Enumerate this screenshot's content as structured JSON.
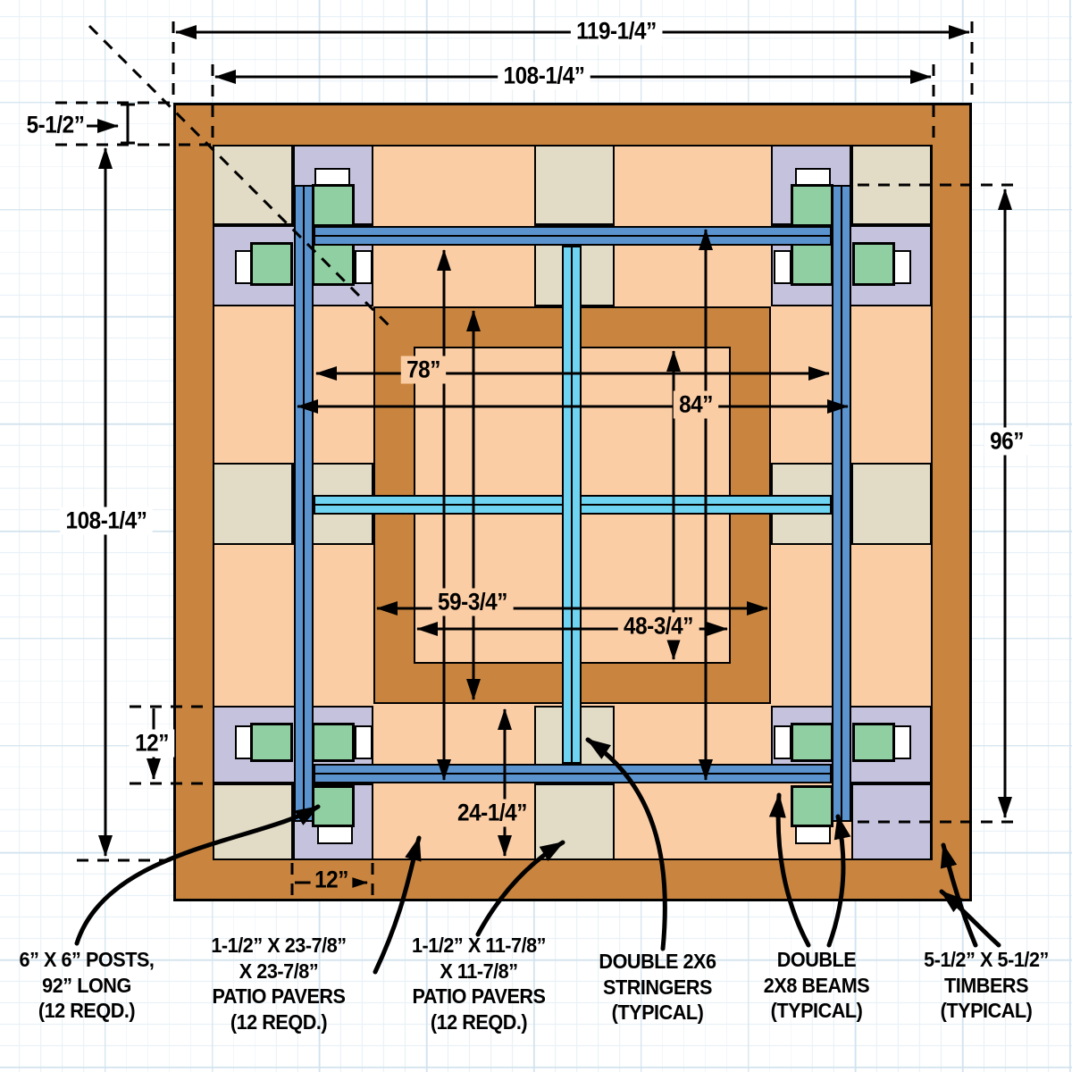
{
  "colors": {
    "timber": "#c9853f",
    "paver-large": "#fbcda5",
    "paver-small": "#e2dbc5",
    "post-pad": "#c5c2de",
    "post": "#8fcfa1",
    "beam": "#5b93ce",
    "stringer": "#6fd3f2",
    "hardware": "#ffffff",
    "line": "#000000",
    "grid-minor": "#e9f1f7",
    "grid-major": "#d2e3ee"
  },
  "dims": {
    "overall_width": "119-1/4”",
    "inner_width": "108-1/4”",
    "timber_thickness": "5-1/2”",
    "inner_height": "108-1/4”",
    "beam_length": "96”",
    "stringer_span": "78”",
    "beam_span": "84”",
    "inner_frame_outer": "59-3/4”",
    "inner_frame_inner": "48-3/4”",
    "paver_offset": "24-1/4”",
    "post_inset_side": "12”",
    "post_inset_bottom": "12”"
  },
  "callouts": {
    "posts": {
      "l1": "6” X 6” POSTS,",
      "l2": "92” LONG",
      "l3": "(12 REQD.)"
    },
    "pavers_large": {
      "l1": "1-1/2” X 23-7/8”",
      "l2": "X 23-7/8”",
      "l3": "PATIO PAVERS",
      "l4": "(12 REQD.)"
    },
    "pavers_small": {
      "l1": "1-1/2” X 11-7/8”",
      "l2": "X 11-7/8”",
      "l3": "PATIO PAVERS",
      "l4": "(12 REQD.)"
    },
    "stringers": {
      "l1": "DOUBLE 2X6",
      "l2": "STRINGERS",
      "l3": "(TYPICAL)"
    },
    "beams": {
      "l1": "DOUBLE",
      "l2": "2X8 BEAMS",
      "l3": "(TYPICAL)"
    },
    "timbers": {
      "l1": "5-1/2” X 5-1/2”",
      "l2": "TIMBERS",
      "l3": "(TYPICAL)"
    }
  }
}
